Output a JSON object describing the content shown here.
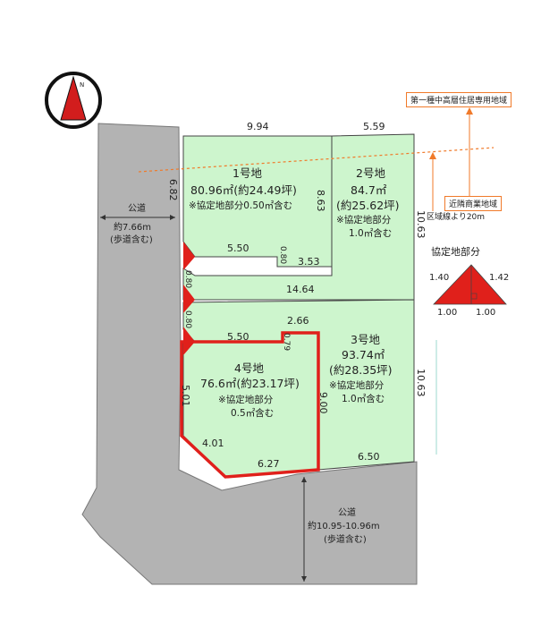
{
  "compass": {
    "label": "N"
  },
  "lots": {
    "lot1": {
      "name": "1号地",
      "area": "80.96㎡(約24.49坪)",
      "note": "※協定地部分0.50㎡含む"
    },
    "lot2": {
      "name": "2号地",
      "area": "84.7㎡",
      "area_tsubo": "(約25.62坪)",
      "note1": "※協定地部分",
      "note2": "1.0㎡含む"
    },
    "lot3": {
      "name": "3号地",
      "area": "93.74㎡",
      "area_tsubo": "(約28.35坪)",
      "note1": "※協定地部分",
      "note2": "1.0㎡含む"
    },
    "lot4": {
      "name": "4号地",
      "area": "76.6㎡(約23.17坪)",
      "note1": "※協定地部分",
      "note2": "0.5㎡含む"
    }
  },
  "dimensions": {
    "top_left": "9.94",
    "top_right": "5.59",
    "left_upper": "6.82",
    "lot1_inner_right": "8.63",
    "right_upper": "10.63",
    "lot1_notch_bottom": "5.50",
    "notch_height_upper": "0.80",
    "notch_step": "3.53",
    "middle_line": "14.64",
    "left_small_1": "0.80",
    "left_small_2": "0.80",
    "lot4_top_step": "2.66",
    "lot4_top": "5.50",
    "lot4_step_height": "0.79",
    "lot4_left": "5.01",
    "lot4_right": "9.00",
    "right_lower": "10.63",
    "lot4_chamfer": "4.01",
    "lot4_bottom": "6.27",
    "lot3_bottom": "6.50"
  },
  "roads": {
    "west": {
      "label": "公道",
      "width": "約7.66m",
      "note": "(歩道含む)"
    },
    "south": {
      "label": "公道",
      "width": "約10.95-10.96m",
      "note": "(歩道含む)"
    }
  },
  "zones": {
    "residential": "第一種中高層住居専用地域",
    "commercial": "近隣商業地域",
    "boundary_note": "区域線より20m"
  },
  "agreement": {
    "title": "協定地部分",
    "dim_left": "1.40",
    "dim_right": "1.42",
    "base_left": "1.00",
    "base_right": "1.00"
  },
  "colors": {
    "lot_fill": "#cdf5cd",
    "road_fill": "#b3b3b3",
    "highlight": "#e0201b",
    "agreement_fill": "#e0201b",
    "zone_line": "#f07a2a"
  }
}
